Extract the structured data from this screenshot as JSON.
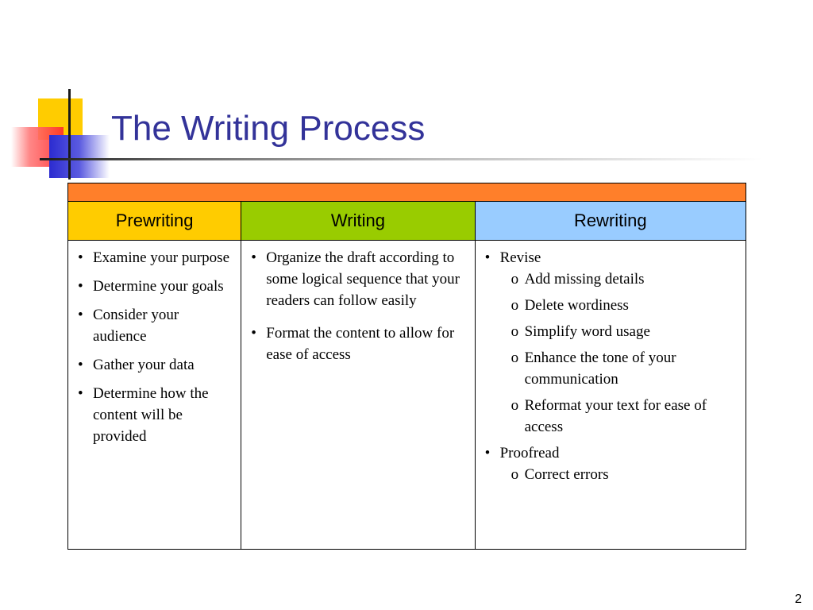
{
  "title": "The Writing Process",
  "page_number": "2",
  "colors": {
    "title": "#333399",
    "band": "#ff7f2a",
    "prewriting_header": "#ffcc00",
    "writing_header": "#99cc00",
    "rewriting_header": "#99ccff"
  },
  "columns": [
    {
      "header": "Prewriting",
      "bullets": [
        "Examine your purpose",
        "Determine your goals",
        "Consider your audience",
        "Gather your data",
        "Determine how the content will be provided"
      ]
    },
    {
      "header": "Writing",
      "bullets": [
        "Organize the draft according to some logical sequence that your readers can follow easily",
        "Format the content to allow for ease of access"
      ]
    },
    {
      "header": "Rewriting",
      "groups": [
        {
          "label": "Revise",
          "items": [
            "Add missing details",
            "Delete wordiness",
            "Simplify word usage",
            "Enhance the tone of your communication",
            "Reformat your text for ease of access"
          ]
        },
        {
          "label": "Proofread",
          "items": [
            "Correct errors"
          ]
        }
      ]
    }
  ]
}
